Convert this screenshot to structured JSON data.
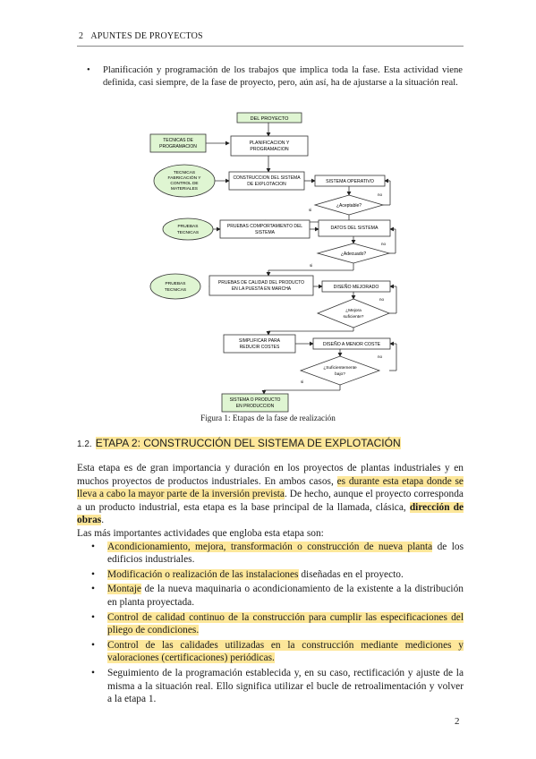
{
  "header": {
    "page_number": "2",
    "title": "APUNTES DE PROYECTOS"
  },
  "intro_bullet": "Planificación y programación de los trabajos que implica toda la fase. Esta actividad viene definida, casi siempre, de la fase de proyecto, pero, aún así, ha de ajustarse a la situación real.",
  "flowchart": {
    "start": "DEL PROYECTO",
    "planning": "PLANIFICACION Y PROGRAMACION",
    "tech_programming": "TECNICAS DE PROGRAMACION",
    "tech_manufacturing": "TECNICAS FABRICACIÓN Y CONTROL DE MATERIALES",
    "construction": "CONSTRUCCION DEL SISTEMA DE EXPLOTACION",
    "operating_system": "SISTEMA OPERATIVO",
    "acceptable": "¿Aceptable?",
    "tech_tests": "PRUEBAS TECNICAS",
    "behavior_tests": "PRUEBAS COMPORTAMIENTO DEL SISTEMA",
    "system_data": "DATOS DEL SISTEMA",
    "adequate": "¿Adecuado?",
    "tech_tests_2": "PRUEBAS TECNICAS",
    "quality_tests": "PRUEBAS DE CALIDAD DEL PRODUCTO EN LA PUESTA EN MARCHA",
    "improved_design": "DISEÑO MEJORADO",
    "better_sufficient": "¿Mejora suficiente?",
    "simplify": "SIMPLIFICAR PARA REDUCIR COSTES",
    "lower_cost_design": "DISEÑO A MENOR COSTE",
    "sufficiently_cheap": "¿Suficientemente bajo?",
    "production": "SISTEMA O PRODUCTO EN PRODUCCION",
    "yes": "si",
    "no": "no"
  },
  "caption": "Figura 1: Etapas de la fase de realización",
  "section": {
    "number": "1.2.",
    "title": "ETAPA 2: CONSTRUCCIÓN DEL SISTEMA DE EXPLOTACIÓN"
  },
  "paragraph": {
    "p1": "Esta etapa es de gran importancia y duración en los proyectos de plantas industriales y en muchos proyectos de productos industriales. En ambos casos,",
    "p1_highlight": "es durante esta etapa donde se lleva a cabo la mayor parte de la inversión prevista",
    "p1_b": ". De hecho, aunque el proyecto corresponda a un producto industrial, esta etapa es la base principal de la llamada, clásica,",
    "p1_bold": "dirección de obras",
    "p1_end": ".",
    "p2": "Las más importantes actividades que engloba esta etapa son:"
  },
  "activities": [
    {
      "highlight": "Acondicionamiento, mejora, transformación o construcción de nueva planta",
      "rest": " de los edificios industriales."
    },
    {
      "highlight": "Modificación o realización de las instalaciones",
      "rest": " diseñadas en el proyecto."
    },
    {
      "highlight": "Montaje",
      "rest": " de la nueva maquinaria o acondicionamiento de la existente a la distribución en planta proyectada."
    },
    {
      "highlight": "Control de calidad continuo de la construcción para cumplir las especificaciones del pliego de condiciones.",
      "rest": ""
    },
    {
      "highlight": "Control de las calidades utilizadas en la construcción mediante mediciones y valoraciones (certificaciones) periódicas.",
      "rest": ""
    },
    {
      "highlight": "",
      "rest": "Seguimiento de la programación establecida y, en su caso, rectificación y ajuste de la misma a la situación real. Ello significa utilizar el bucle de retroalimentación y volver a la etapa 1."
    }
  ],
  "footer": {
    "page_number": "2"
  },
  "colors": {
    "box_fill": "#dff5d2",
    "highlight": "#fde79a"
  }
}
